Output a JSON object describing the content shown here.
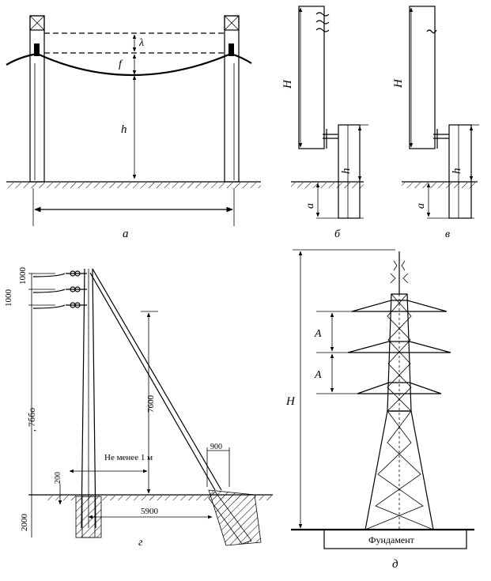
{
  "panels": {
    "a": {
      "caption": "а",
      "lambda": "λ",
      "sag": "f",
      "height": "h"
    },
    "b": {
      "caption": "б",
      "height_H": "H",
      "height_h": "h",
      "depth": "a"
    },
    "v": {
      "caption": "в",
      "height_H": "H",
      "height_h": "h",
      "depth": "a"
    },
    "g": {
      "caption": "г",
      "spacing_top": "1000",
      "spacing_bottom": "1000",
      "total_height": ", 7ббо",
      "pole_height": "7600",
      "depth": "2000",
      "ground_offset": "200",
      "min_distance": "Не менее 1 м",
      "anchor_distance": "5900",
      "anchor_width": "900"
    },
    "d": {
      "caption": "д",
      "spacing_1": "A",
      "spacing_2": "A",
      "height": "H",
      "foundation": "Фундамент"
    }
  }
}
